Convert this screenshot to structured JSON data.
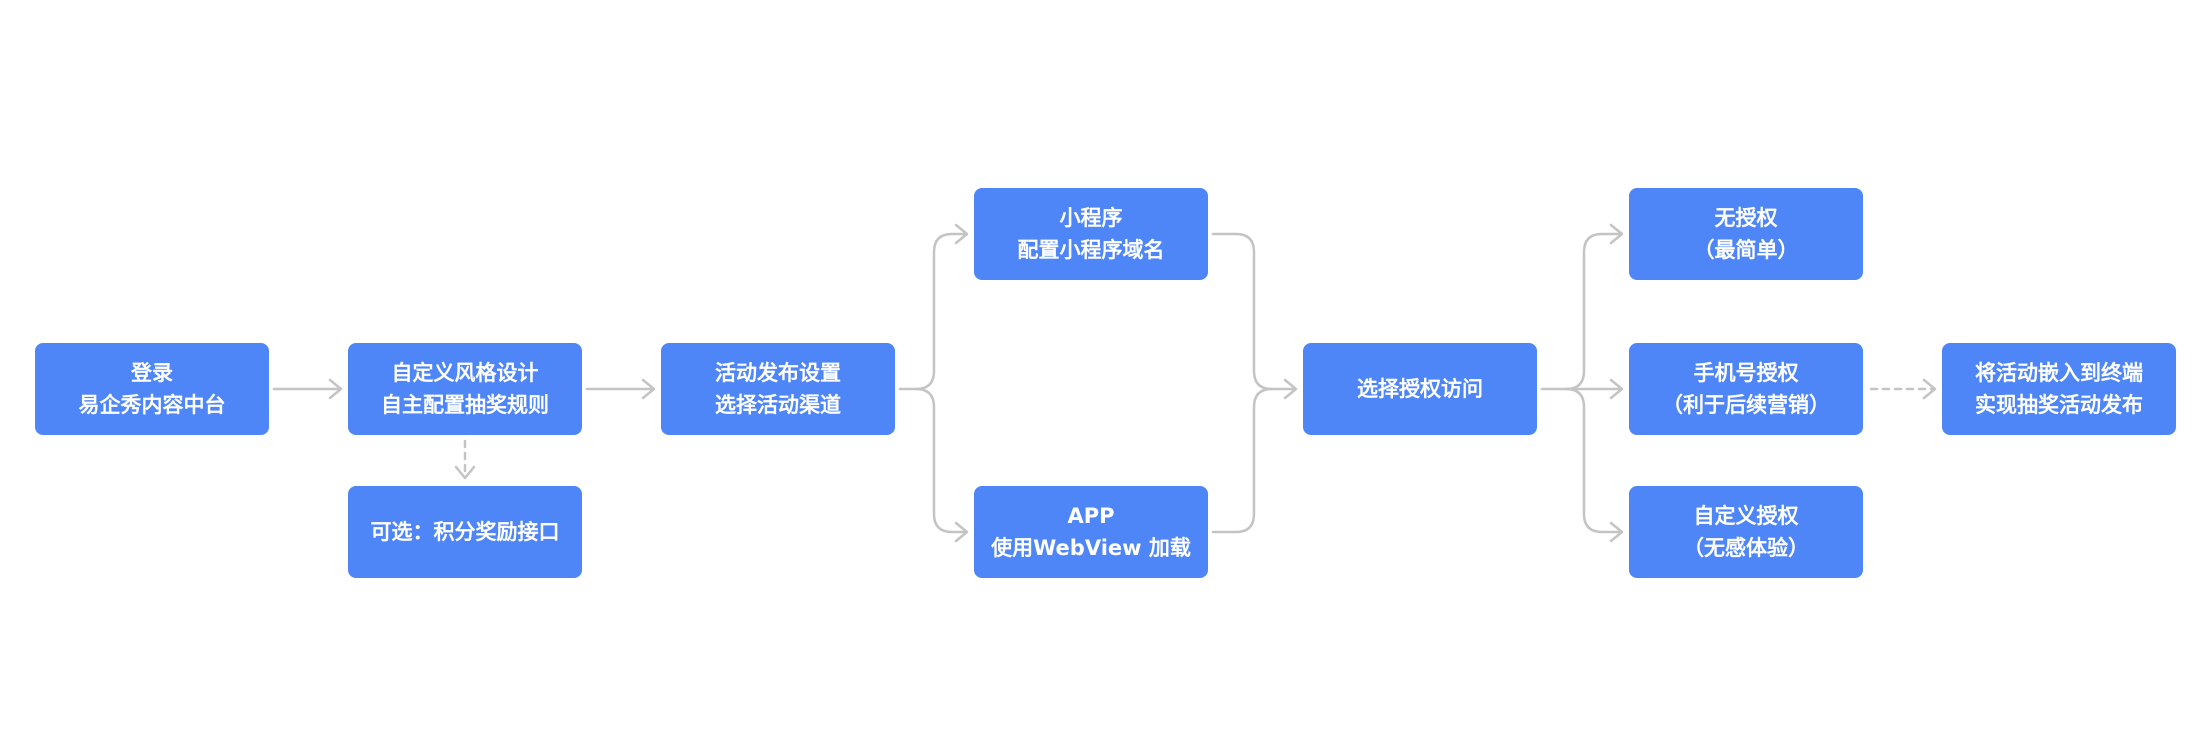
{
  "colors": {
    "node_fill": "#4f86f7",
    "node_text": "#ffffff",
    "connector": "#c4c4c4"
  },
  "nodes": {
    "login": {
      "line1": "登录",
      "line2": "易企秀内容中台"
    },
    "custom_design": {
      "line1": "自定义风格设计",
      "line2": "自主配置抽奖规则"
    },
    "points_api": {
      "line1": "可选：积分奖励接口"
    },
    "publish_settings": {
      "line1": "活动发布设置",
      "line2": "选择活动渠道"
    },
    "mini_program": {
      "line1": "小程序",
      "line2": "配置小程序域名"
    },
    "app": {
      "line1": "APP",
      "line2": "使用WebView 加载"
    },
    "choose_auth": {
      "line1": "选择授权访问"
    },
    "no_auth": {
      "line1": "无授权",
      "line2": "（最简单）"
    },
    "phone_auth": {
      "line1": "手机号授权",
      "line2": "（利于后续营销）"
    },
    "custom_auth": {
      "line1": "自定义授权",
      "line2": "（无感体验）"
    },
    "embed": {
      "line1": "将活动嵌入到终端",
      "line2": "实现抽奖活动发布"
    }
  }
}
